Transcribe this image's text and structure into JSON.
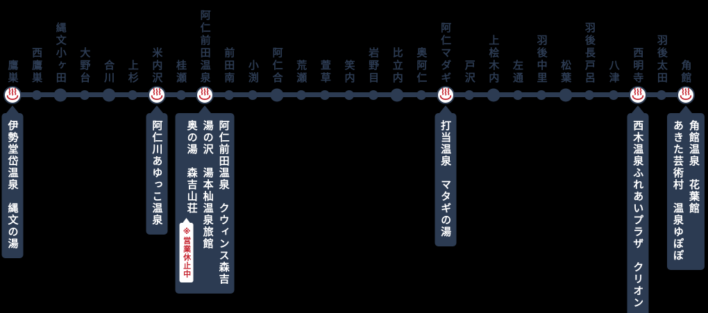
{
  "colors": {
    "navy": "#2c3b52",
    "red": "#c5232e",
    "white": "#ffffff",
    "background": "#000000"
  },
  "icons": {
    "onsen": "onsen-icon"
  },
  "line": {
    "name": "route-line",
    "stations": [
      {
        "name": "鷹巣",
        "onsen": true
      },
      {
        "name": "西鷹巣",
        "size": "small"
      },
      {
        "name": "縄文小ヶ田",
        "size": "large"
      },
      {
        "name": "大野台",
        "size": "small"
      },
      {
        "name": "合川",
        "size": "large"
      },
      {
        "name": "上杉",
        "size": "small"
      },
      {
        "name": "米内沢",
        "onsen": true
      },
      {
        "name": "桂瀬",
        "size": "small"
      },
      {
        "name": "阿仁前田温泉",
        "onsen": true
      },
      {
        "name": "前田南",
        "size": "small"
      },
      {
        "name": "小渕",
        "size": "small"
      },
      {
        "name": "阿仁合",
        "size": "large"
      },
      {
        "name": "荒瀬",
        "size": "small"
      },
      {
        "name": "萱草",
        "size": "small"
      },
      {
        "name": "笑内",
        "size": "small"
      },
      {
        "name": "岩野目",
        "size": "small"
      },
      {
        "name": "比立内",
        "size": "large"
      },
      {
        "name": "奥阿仁",
        "size": "small"
      },
      {
        "name": "阿仁マダギ",
        "onsen": true
      },
      {
        "name": "戸沢",
        "size": "small"
      },
      {
        "name": "上桧木内",
        "size": "large"
      },
      {
        "name": "左通",
        "size": "small"
      },
      {
        "name": "羽後中里",
        "size": "small"
      },
      {
        "name": "松葉",
        "size": "large"
      },
      {
        "name": "羽後長戸呂",
        "size": "small"
      },
      {
        "name": "八津",
        "size": "small"
      },
      {
        "name": "西明寺",
        "onsen": true
      },
      {
        "name": "羽後太田",
        "size": "small"
      },
      {
        "name": "角館",
        "onsen": true
      }
    ]
  },
  "callouts": [
    {
      "station": 0,
      "lines": [
        "伊勢堂岱温泉　縄文の湯"
      ]
    },
    {
      "station": 6,
      "lines": [
        "阿仁川あゆっこ温泉"
      ]
    },
    {
      "station": 8,
      "lines": [
        "阿仁前田温泉　クウィンス森吉",
        "湯の沢　湯本杣温泉旅館",
        "奥の湯　森吉山荘"
      ],
      "notice": "※営業休止中"
    },
    {
      "station": 18,
      "lines": [
        "打当温泉　マタギの湯"
      ]
    },
    {
      "station": 26,
      "lines": [
        "西木温泉ふれあいプラザ　クリオン"
      ]
    },
    {
      "station": 28,
      "lines": [
        "角館温泉　花葉館",
        "あきた芸術村　温泉ゆぽぽ"
      ]
    }
  ]
}
